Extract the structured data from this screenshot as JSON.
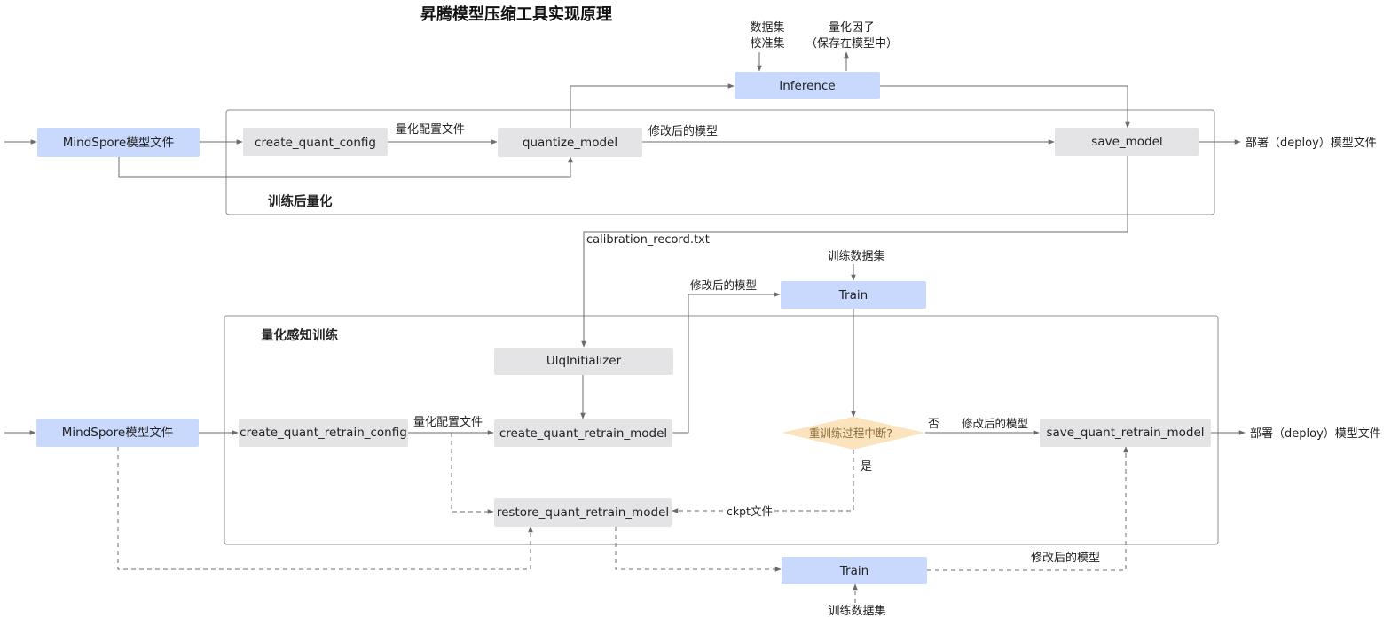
{
  "title": "昇腾模型压缩工具实现原理",
  "sections": {
    "ptq_label": "训练后量化",
    "qat_label": "量化感知训练"
  },
  "nodes": {
    "ms_top": "MindSpore模型文件",
    "create_quant_config": "create_quant_config",
    "quantize_model": "quantize_model",
    "inference": "Inference",
    "save_model": "save_model",
    "ms_bottom": "MindSpore模型文件",
    "create_quant_retrain_config": "create_quant_retrain_config",
    "ulq_initializer": "UlqInitializer",
    "create_quant_retrain_model": "create_quant_retrain_model",
    "train_top": "Train",
    "decision": "重训练过程中断?",
    "save_quant_retrain_model": "save_quant_retrain_model",
    "restore_quant_retrain_model": "restore_quant_retrain_model",
    "train_bottom": "Train"
  },
  "labels": {
    "dataset": "数据集",
    "calib_set": "校准集",
    "quant_factor": "量化因子",
    "quant_factor_note": "（保存在模型中）",
    "config_file_top": "量化配置文件",
    "modified_model_top": "修改后的模型",
    "deploy_top": "部署（deploy）模型文件",
    "calibration_record": "calibration_record.txt",
    "train_dataset_top": "训练数据集",
    "modified_model_train": "修改后的模型",
    "config_file_bottom": "量化配置文件",
    "no": "否",
    "modified_model_save": "修改后的模型",
    "yes": "是",
    "deploy_bottom": "部署（deploy）模型文件",
    "ckpt_file": "ckpt文件",
    "modified_model_bottom": "修改后的模型",
    "train_dataset_bottom": "训练数据集"
  },
  "colors": {
    "blue_node": "#c9d8fd",
    "gray_node": "#e4e4e6",
    "decision_fill": "#fbe3be",
    "line": "#6b6b6b",
    "frame": "#8c8c8c"
  }
}
